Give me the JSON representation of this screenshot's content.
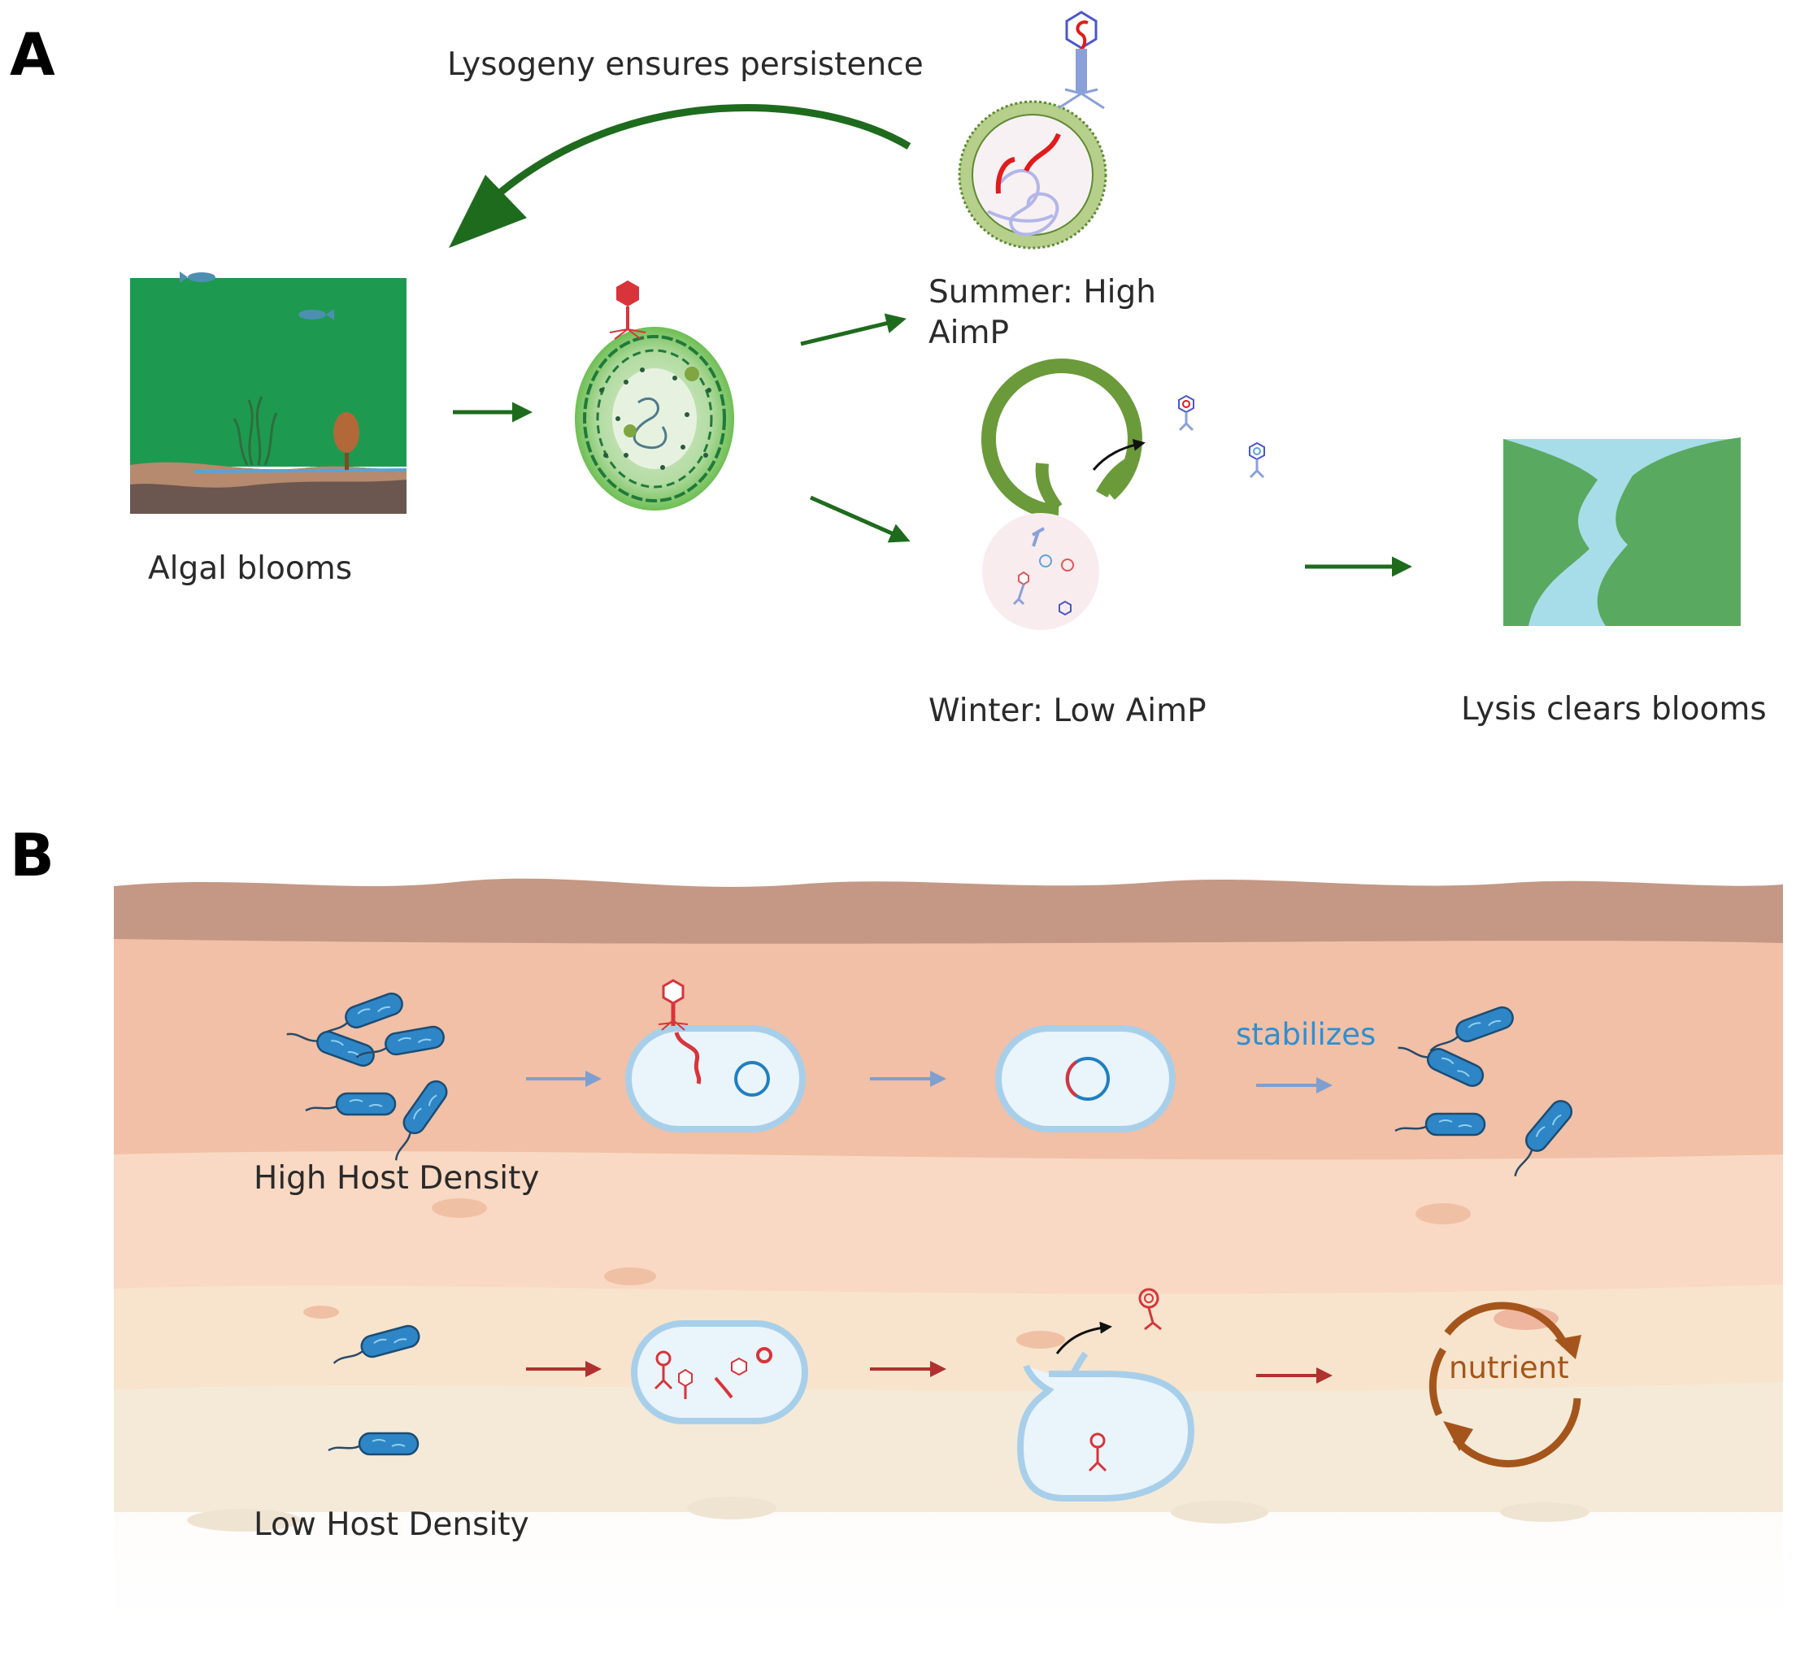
{
  "panel_a": {
    "letter": "A",
    "lysogeny_label": "Lysogeny ensures persistence",
    "summer_label_line1": "Summer: High",
    "summer_label_line2": "AimP",
    "algal_label": "Algal blooms",
    "winter_label": "Winter: Low AimP",
    "lysis_label": "Lysis clears blooms"
  },
  "panel_b": {
    "letter": "B",
    "high_density_label": "High Host Density",
    "low_density_label": "Low Host Density",
    "stabilizes_label": "stabilizes",
    "nutrient_label": "nutrient"
  },
  "colors": {
    "arrow_green": "#1e6b1e",
    "arrow_blue": "#7f9fd0",
    "arrow_red": "#b0312f",
    "bacteria_blue": "#2f86c6",
    "phage_red": "#d8343a",
    "cell_green": "#78a346",
    "bloom_green": "#1d9a4f",
    "hill_green": "#5aa960",
    "river_blue": "#a7dde8",
    "nutrient_brown": "#a5551b"
  }
}
